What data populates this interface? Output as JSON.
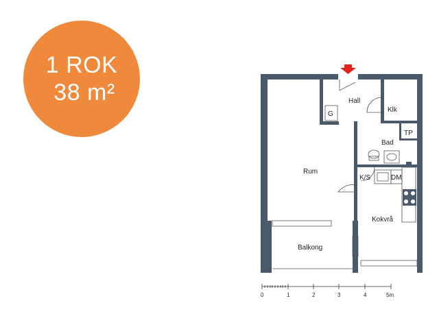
{
  "badge": {
    "line1": "1 ROK",
    "line2": "38 m²"
  },
  "rooms": {
    "hall": "Hall",
    "klk": "Klk",
    "g": "G",
    "tp": "TP",
    "bad": "Bad",
    "rum": "Rum",
    "ks": "K/S",
    "dm": "DM",
    "kokvra": "Kokvrå",
    "balkong": "Balkong"
  },
  "scale": {
    "ticks": [
      "0",
      "1",
      "2",
      "3",
      "4",
      "5m"
    ]
  },
  "colors": {
    "badge": "#ef8a3c",
    "wall": "#4b5a6a",
    "entrance_arrow": "#e0231b",
    "line": "#555555"
  }
}
